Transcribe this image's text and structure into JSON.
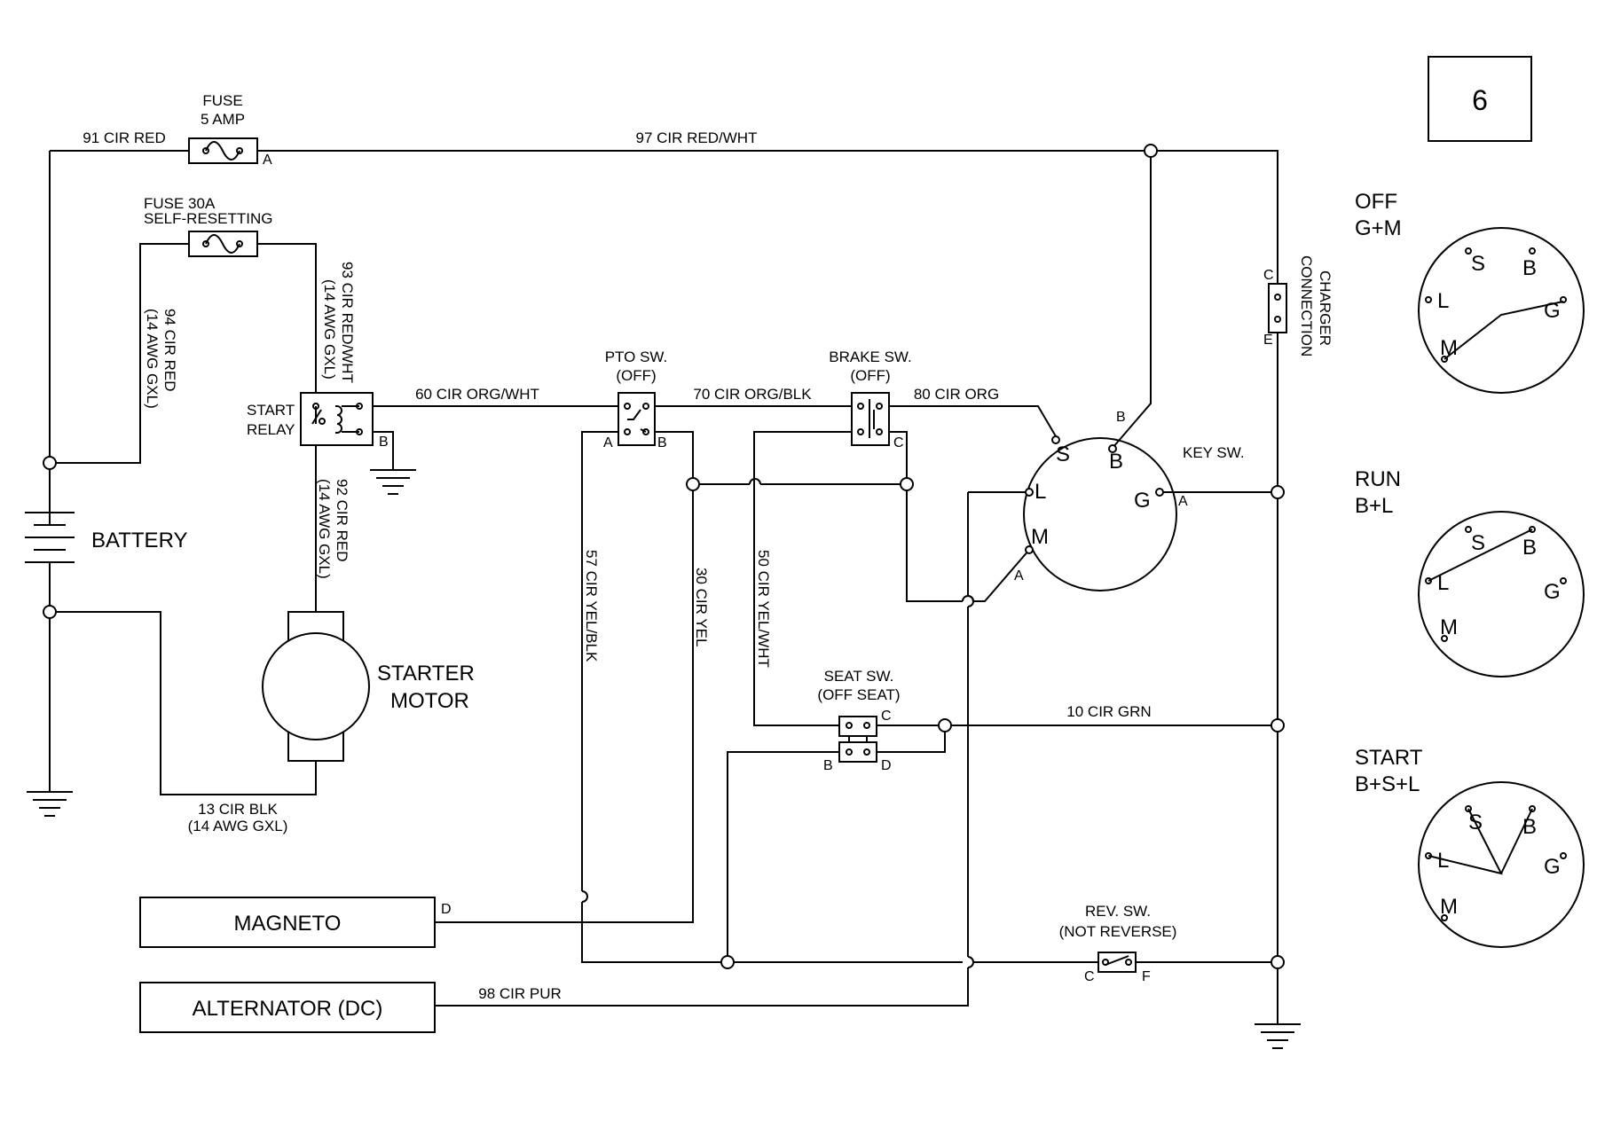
{
  "page_number": "6",
  "fuse5": {
    "title": "FUSE",
    "rating": "5 AMP",
    "term_a": "A"
  },
  "fuse30": {
    "title": "FUSE 30A",
    "sub": "SELF-RESETTING"
  },
  "wires": {
    "w91": "91 CIR RED",
    "w97": "97 CIR RED/WHT",
    "w94a": "94 CIR RED",
    "w94b": "(14 AWG GXL)",
    "w93a": "93 CIR RED/WHT",
    "w93b": "(14 AWG GXL)",
    "w92a": "92 CIR RED",
    "w92b": "(14 AWG GXL)",
    "w60": "60 CIR ORG/WHT",
    "w70": "70 CIR ORG/BLK",
    "w80": "80 CIR ORG",
    "w57": "57 CIR YEL/BLK",
    "w30": "30 CIR YEL",
    "w50": "50 CIR YEL/WHT",
    "w10": "10 CIR GRN",
    "w13a": "13 CIR BLK",
    "w13b": "(14 AWG GXL)",
    "w98": "98 CIR PUR"
  },
  "components": {
    "battery": "BATTERY",
    "start_relay_1": "START",
    "start_relay_2": "RELAY",
    "relay_b": "B",
    "starter_1": "STARTER",
    "starter_2": "MOTOR",
    "magneto": "MAGNETO",
    "magneto_d": "D",
    "alternator": "ALTERNATOR (DC)",
    "pto_1": "PTO SW.",
    "pto_2": "(OFF)",
    "pto_a": "A",
    "pto_b": "B",
    "brake_1": "BRAKE SW.",
    "brake_2": "(OFF)",
    "brake_c": "C",
    "seat_1": "SEAT SW.",
    "seat_2": "(OFF SEAT)",
    "seat_c": "C",
    "seat_b": "B",
    "seat_d": "D",
    "rev_1": "REV. SW.",
    "rev_2": "(NOT REVERSE)",
    "rev_c": "C",
    "rev_f": "F",
    "charger_1": "CHARGER",
    "charger_2": "CONNECTION",
    "charger_c": "C",
    "charger_e": "E",
    "key_sw": "KEY SW.",
    "key_b_ext": "B",
    "key_a_g": "A",
    "key_a_m": "A"
  },
  "key_terminals": {
    "s": "S",
    "b": "B",
    "l": "L",
    "g": "G",
    "m": "M"
  },
  "positions": [
    {
      "name": "OFF",
      "combo": "G+M"
    },
    {
      "name": "RUN",
      "combo": "B+L"
    },
    {
      "name": "START",
      "combo": "B+S+L"
    }
  ]
}
